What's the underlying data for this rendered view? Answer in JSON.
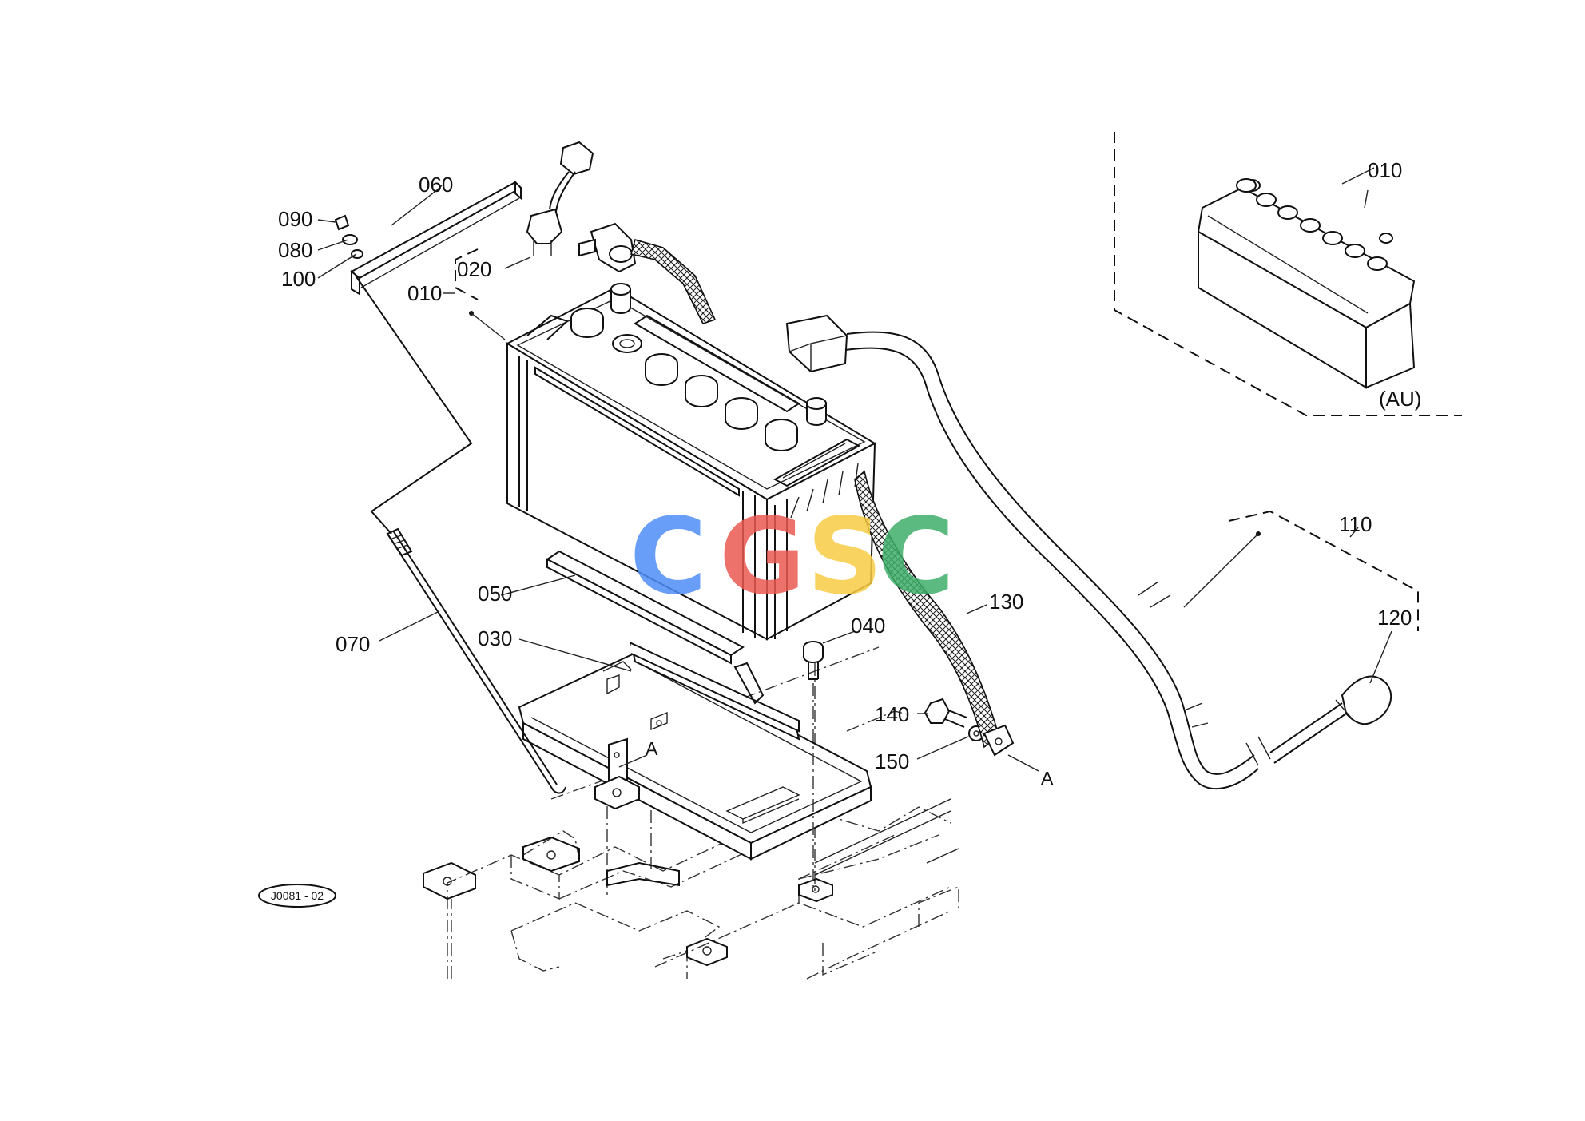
{
  "diagram": {
    "parts": [
      {
        "id": "060",
        "text": "060"
      },
      {
        "id": "090",
        "text": "090"
      },
      {
        "id": "080",
        "text": "080"
      },
      {
        "id": "100",
        "text": "100"
      },
      {
        "id": "020",
        "text": "020"
      },
      {
        "id": "010",
        "text": "010"
      },
      {
        "id": "050",
        "text": "050"
      },
      {
        "id": "070",
        "text": "070"
      },
      {
        "id": "030",
        "text": "030"
      },
      {
        "id": "040",
        "text": "040"
      },
      {
        "id": "130",
        "text": "130"
      },
      {
        "id": "140",
        "text": "140"
      },
      {
        "id": "150",
        "text": "150"
      },
      {
        "id": "110",
        "text": "110"
      },
      {
        "id": "120",
        "text": "120"
      }
    ],
    "inset": {
      "part": "010",
      "variant": "(AU)"
    },
    "section_marks": [
      "A",
      "A"
    ],
    "drawing_code": "J0081 - 02",
    "watermark": {
      "letters": [
        "C",
        "G",
        "S",
        "C"
      ],
      "colors": [
        "#4F8EF7",
        "#EA5A52",
        "#F9CC45",
        "#3FAE6A"
      ]
    }
  }
}
